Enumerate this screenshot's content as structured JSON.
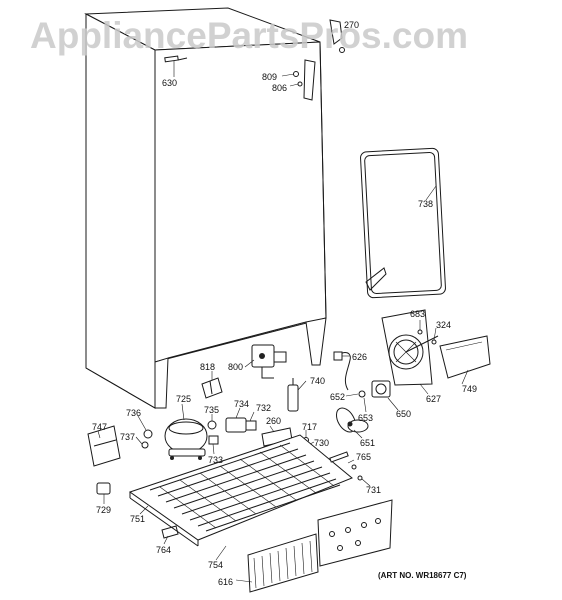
{
  "watermark": "AppliancePartsPros.com",
  "art_number": "(ART NO. WR18677 C7)",
  "callouts": {
    "c270": "270",
    "c630": "630",
    "c809": "809",
    "c806": "806",
    "c738": "738",
    "c683": "683",
    "c324": "324",
    "c626": "626",
    "c818": "818",
    "c800": "800",
    "c740": "740",
    "c749": "749",
    "c627": "627",
    "c652": "652",
    "c653": "653",
    "c650": "650",
    "c725": "725",
    "c736": "736",
    "c735": "735",
    "c734": "734",
    "c732": "732",
    "c747": "747",
    "c737": "737",
    "c260": "260",
    "c717": "717",
    "c730": "730",
    "c651": "651",
    "c733": "733",
    "c765": "765",
    "c731": "731",
    "c729": "729",
    "c751": "751",
    "c764": "764",
    "c754": "754",
    "c616": "616"
  }
}
